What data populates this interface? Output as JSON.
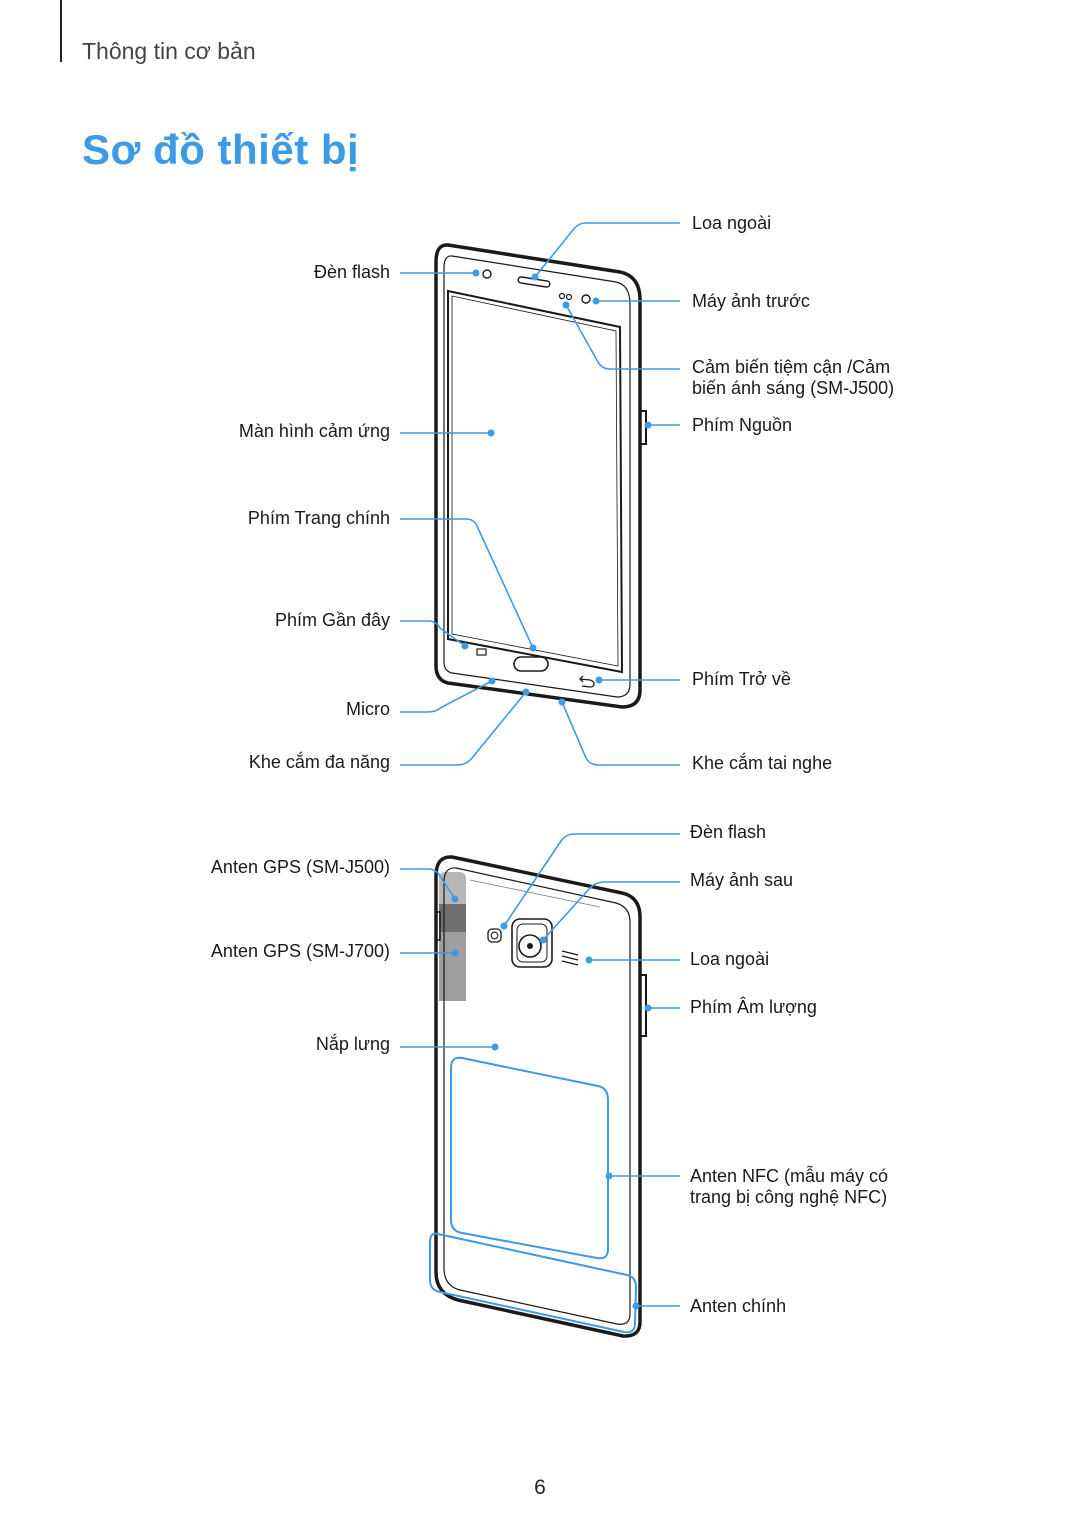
{
  "header": {
    "section": "Thông tin cơ bản"
  },
  "title": "Sơ đồ thiết bị",
  "front": {
    "labels": {
      "speaker": "Loa ngoài",
      "flash": "Đèn flash",
      "front_camera": "Máy ảnh trước",
      "sensor_line1": "Cảm biến tiệm cận /Cảm",
      "sensor_line2": "biến ánh sáng (SM-J500)",
      "touchscreen": "Màn hình cảm ứng",
      "power_key": "Phím Nguồn",
      "home_key": "Phím Trang chính",
      "recent_key": "Phím Gần đây",
      "back_key": "Phím Trở về",
      "micro": "Micro",
      "multipurpose_jack": "Khe cắm đa năng",
      "earphone_jack": "Khe cắm tai nghe"
    }
  },
  "back": {
    "labels": {
      "flash": "Đèn flash",
      "rear_camera": "Máy ảnh sau",
      "gps_j500": "Anten GPS (SM-J500)",
      "gps_j700": "Anten GPS (SM-J700)",
      "speaker": "Loa ngoài",
      "volume_key": "Phím Âm lượng",
      "back_cover": "Nắp lưng",
      "nfc_line1": "Anten NFC (mẫu máy có",
      "nfc_line2": "trang bị công nghệ NFC)",
      "main_antenna": "Anten chính"
    }
  },
  "colors": {
    "accent": "#3d9ae5",
    "outline": "#1a1a1a"
  },
  "page_number": "6"
}
